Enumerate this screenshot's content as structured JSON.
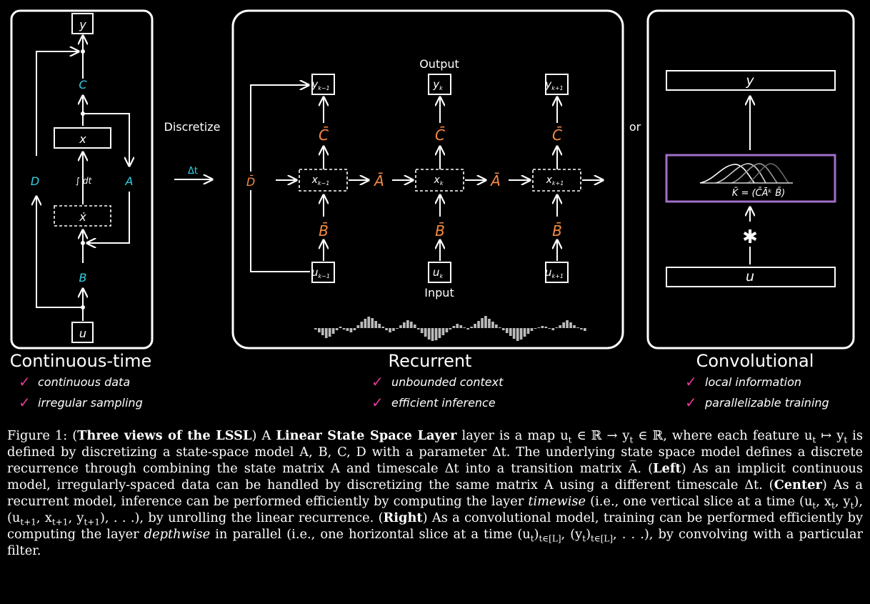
{
  "panels": {
    "continuous": {
      "title": "Continuous-time",
      "checks": [
        "continuous data",
        "irregular sampling"
      ],
      "nodes": {
        "y": "y",
        "C": "C",
        "x": "x",
        "xdot": "ẋ",
        "D": "D",
        "A": "A",
        "B": "B",
        "u": "u",
        "integral": "∫ dt"
      }
    },
    "recurrent": {
      "title": "Recurrent",
      "checks": [
        "unbounded context",
        "efficient inference"
      ],
      "output_label": "Output",
      "input_label": "Input",
      "D_label": "D̄",
      "A_label": "Ā",
      "B_label": "B̄",
      "C_label": "C̄",
      "outputs": [
        "y",
        "y",
        "y"
      ],
      "output_subs": [
        "k−1",
        "k",
        "k+1"
      ],
      "states": [
        "x",
        "x",
        "x"
      ],
      "state_subs": [
        "k−1",
        "k",
        "k+1"
      ],
      "inputs": [
        "u",
        "u",
        "u"
      ],
      "input_subs": [
        "k−1",
        "k",
        "k+1"
      ]
    },
    "convolutional": {
      "title": "Convolutional",
      "checks": [
        "local information",
        "parallelizable training"
      ],
      "y_label": "y",
      "u_label": "u",
      "kernel_label": "K̄ = (C̄Āᵏ B̄)",
      "conv_symbol": "✱"
    }
  },
  "connectors": {
    "discretize": "Discretize",
    "delta_t": "Δt",
    "or": "or"
  },
  "signal_bars": [
    -2,
    -6,
    -10,
    -14,
    -12,
    -8,
    -3,
    2,
    -2,
    -4,
    -6,
    -3,
    4,
    9,
    13,
    16,
    14,
    10,
    6,
    2,
    -3,
    -6,
    -4,
    -1,
    4,
    8,
    11,
    9,
    5,
    -2,
    -7,
    -12,
    -16,
    -18,
    -17,
    -14,
    -10,
    -6,
    -2,
    3,
    6,
    4,
    1,
    -2,
    2,
    6,
    10,
    14,
    17,
    13,
    9,
    5,
    1,
    -3,
    -7,
    -11,
    -15,
    -18,
    -16,
    -12,
    -8,
    -4,
    -1,
    1,
    3,
    2,
    -1,
    -3,
    1,
    4,
    8,
    11,
    8,
    4,
    1,
    -2,
    -4
  ],
  "caption": {
    "segments": [
      {
        "t": "Figure 1: (",
        "s": ""
      },
      {
        "t": "Three views of the LSSL",
        "s": "b"
      },
      {
        "t": ") A ",
        "s": ""
      },
      {
        "t": "Linear State Space Layer",
        "s": "b"
      },
      {
        "t": " layer is a map u",
        "s": ""
      },
      {
        "t": "t",
        "s": "sub"
      },
      {
        "t": " ∈ ℝ → y",
        "s": ""
      },
      {
        "t": "t",
        "s": "sub"
      },
      {
        "t": " ∈ ℝ, where each feature u",
        "s": ""
      },
      {
        "t": "t",
        "s": "sub"
      },
      {
        "t": " ↦ y",
        "s": ""
      },
      {
        "t": "t",
        "s": "sub"
      },
      {
        "t": " is defined by discretizing a state-space model A, B, C, D with a parameter Δt. The underlying state space model defines a discrete recurrence through combining the state matrix A and timescale Δt into a transition matrix A̅. (",
        "s": ""
      },
      {
        "t": "Left",
        "s": "b"
      },
      {
        "t": ") As an implicit continuous model, irregularly-spaced data can be handled by discretizing the same matrix A using a different timescale Δt. (",
        "s": ""
      },
      {
        "t": "Center",
        "s": "b"
      },
      {
        "t": ") As a recurrent model, inference can be performed efficiently by computing the layer ",
        "s": ""
      },
      {
        "t": "timewise",
        "s": "i"
      },
      {
        "t": " (i.e., one vertical slice at a time (u",
        "s": ""
      },
      {
        "t": "t",
        "s": "sub"
      },
      {
        "t": ", x",
        "s": ""
      },
      {
        "t": "t",
        "s": "sub"
      },
      {
        "t": ", y",
        "s": ""
      },
      {
        "t": "t",
        "s": "sub"
      },
      {
        "t": "), (u",
        "s": ""
      },
      {
        "t": "t+1",
        "s": "sub"
      },
      {
        "t": ", x",
        "s": ""
      },
      {
        "t": "t+1",
        "s": "sub"
      },
      {
        "t": ", y",
        "s": ""
      },
      {
        "t": "t+1",
        "s": "sub"
      },
      {
        "t": "), . . .), by unrolling the linear recurrence. (",
        "s": ""
      },
      {
        "t": "Right",
        "s": "b"
      },
      {
        "t": ") As a convolutional model, training can be performed efficiently by computing the layer ",
        "s": ""
      },
      {
        "t": "depthwise",
        "s": "i"
      },
      {
        "t": " in parallel (i.e., one horizontal slice at a time (u",
        "s": ""
      },
      {
        "t": "t",
        "s": "sub"
      },
      {
        "t": ")",
        "s": ""
      },
      {
        "t": "t∈[L]",
        "s": "sub"
      },
      {
        "t": ", (y",
        "s": ""
      },
      {
        "t": "t",
        "s": "sub"
      },
      {
        "t": ")",
        "s": ""
      },
      {
        "t": "t∈[L]",
        "s": "sub"
      },
      {
        "t": ", . . .), by convolving with a particular filter.",
        "s": ""
      }
    ]
  },
  "colors": {
    "cyan": "#33d1e6",
    "orange": "#f58a42",
    "purple": "#a070c8",
    "check": "#e6399b"
  }
}
